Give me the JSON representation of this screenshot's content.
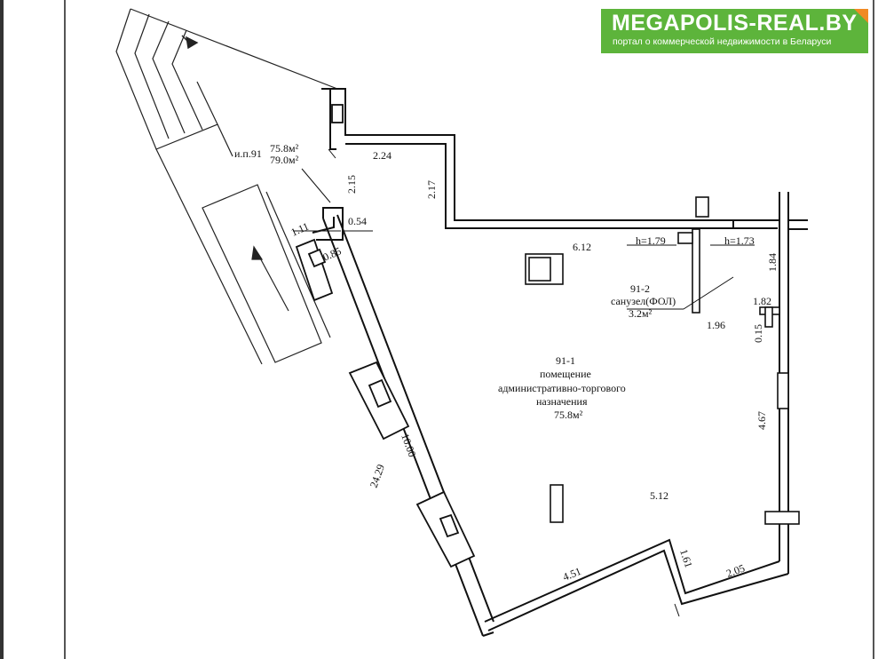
{
  "logo": {
    "title": "MEGAPOLIS-REAL.BY",
    "subtitle": "портал о коммерческой недвижимости в Беларуси",
    "bg_color": "#5db43b",
    "corner_color": "#f08a24"
  },
  "plan": {
    "unit_label": "и.п.91",
    "area_1": "75.8м²",
    "area_2": "79.0м²",
    "room_main": {
      "number": "91-1",
      "line1": "помещение",
      "line2": "административно-торгового",
      "line3": "назначения",
      "area": "75.8м²"
    },
    "room_wc": {
      "number": "91-2",
      "name": "санузел(ФОЛ)",
      "area": "3.2м²"
    },
    "heights": [
      "h=1.79",
      "h=1.73"
    ],
    "dims": {
      "d224": "2.24",
      "d215": "2.15",
      "d217": "2.17",
      "d111": "1.11",
      "d054": "0.54",
      "d085": "0.85",
      "d612": "6.12",
      "d184": "1.84",
      "d182": "1.82",
      "d015": "0.15",
      "d196": "1.96",
      "d467": "4.67",
      "d1000": "10.00",
      "d2429": "24.29",
      "d512": "5.12",
      "d451": "4.51",
      "d161": "1.61",
      "d205": "2.05"
    }
  }
}
